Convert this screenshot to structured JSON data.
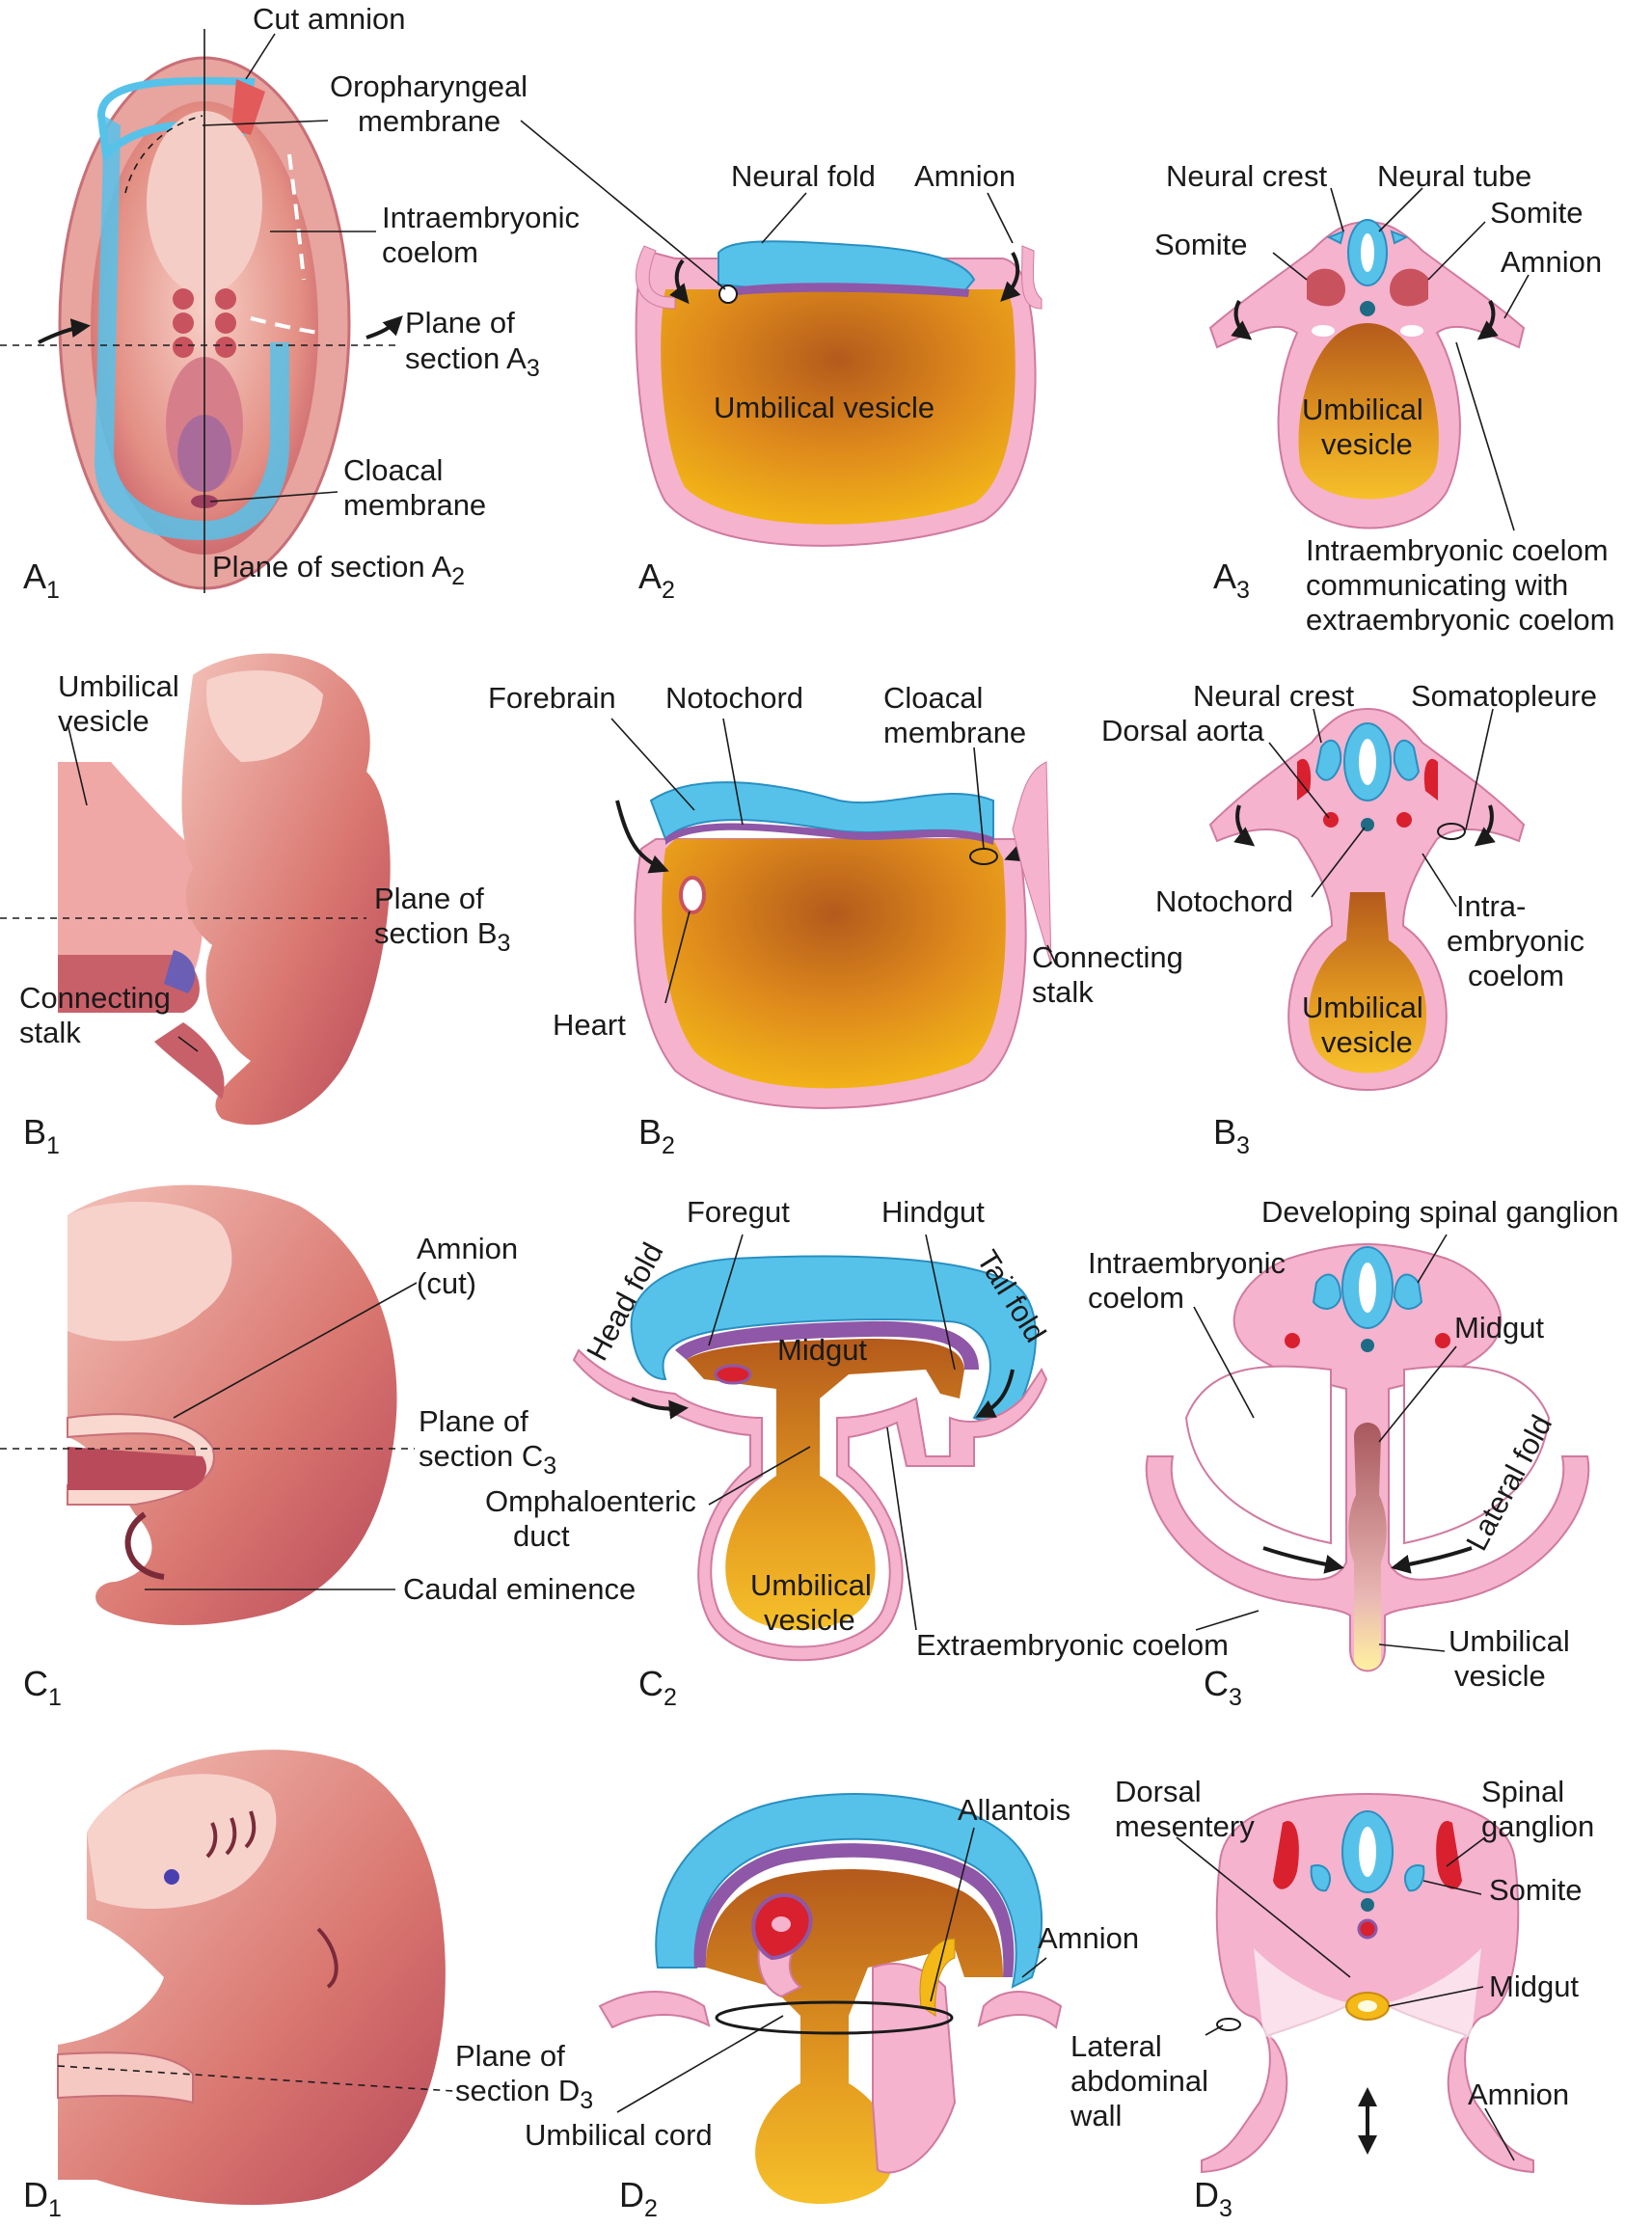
{
  "colors": {
    "ectoderm_pink": "#f5b3cd",
    "neural_blue": "#56c2ea",
    "yolk_gold": "#f4b817",
    "yolk_brown": "#b45a1c",
    "embryo_red": "#d9766f",
    "mesoderm_purple": "#8f57a7",
    "vessel_red": "#d9202e"
  },
  "panels": {
    "A1": {
      "letter": "A",
      "sub": "1",
      "labels": {
        "cut_amnion": "Cut amnion",
        "oro_1": "Oropharyngeal",
        "oro_2": "membrane",
        "coel_1": "Intraembryonic",
        "coel_2": "coelom",
        "plane_1": "Plane of",
        "plane_2": "section A",
        "plane_2_sub": "3",
        "cloacal_1": "Cloacal",
        "cloacal_2": "membrane",
        "plane_a2": "Plane of section A",
        "plane_a2_sub": "2"
      }
    },
    "A2": {
      "letter": "A",
      "sub": "2",
      "labels": {
        "neural_fold": "Neural fold",
        "amnion": "Amnion",
        "yolk": "Umbilical vesicle"
      }
    },
    "A3": {
      "letter": "A",
      "sub": "3",
      "labels": {
        "neural_crest": "Neural crest",
        "neural_tube": "Neural tube",
        "somite_left": "Somite",
        "somite_right": "Somite",
        "amnion": "Amnion",
        "yolk_1": "Umbilical",
        "yolk_2": "vesicle",
        "coel_1": "Intraembryonic coelom",
        "coel_2": "communicating with",
        "coel_3": "extraembryonic coelom"
      }
    },
    "B1": {
      "letter": "B",
      "sub": "1",
      "labels": {
        "yolk_1": "Umbilical",
        "yolk_2": "vesicle",
        "plane_1": "Plane of",
        "plane_2": "section B",
        "plane_2_sub": "3",
        "stalk_1": "Connecting",
        "stalk_2": "stalk"
      }
    },
    "B2": {
      "letter": "B",
      "sub": "2",
      "labels": {
        "forebrain": "Forebrain",
        "notochord": "Notochord",
        "cloacal_1": "Cloacal",
        "cloacal_2": "membrane",
        "stalk_1": "Connecting",
        "stalk_2": "stalk",
        "heart": "Heart"
      }
    },
    "B3": {
      "letter": "B",
      "sub": "3",
      "labels": {
        "neural_crest": "Neural crest",
        "somatopleure": "Somatopleure",
        "dorsal_aorta": "Dorsal aorta",
        "notochord": "Notochord",
        "coel_1": "Intra-",
        "coel_2": "embryonic",
        "coel_3": "coelom",
        "yolk_1": "Umbilical",
        "yolk_2": "vesicle"
      }
    },
    "C1": {
      "letter": "C",
      "sub": "1",
      "labels": {
        "amnion_1": "Amnion",
        "amnion_2": "(cut)",
        "plane_1": "Plane of",
        "plane_2": "section C",
        "plane_2_sub": "3",
        "caudal": "Caudal eminence"
      }
    },
    "C2": {
      "letter": "C",
      "sub": "2",
      "labels": {
        "foregut": "Foregut",
        "hindgut": "Hindgut",
        "head_fold": "Head fold",
        "tail_fold": "Tail fold",
        "midgut": "Midgut",
        "omph_1": "Omphaloenteric",
        "omph_2": "duct",
        "yolk_1": "Umbilical",
        "yolk_2": "vesicle",
        "extra_coel": "Extraembryonic coelom"
      }
    },
    "C3": {
      "letter": "C",
      "sub": "3",
      "labels": {
        "ganglion": "Developing spinal ganglion",
        "coel_1": "Intraembryonic",
        "coel_2": "coelom",
        "midgut": "Midgut",
        "lateral_fold": "Lateral fold",
        "yolk_1": "Umbilical",
        "yolk_2": "vesicle"
      }
    },
    "D1": {
      "letter": "D",
      "sub": "1",
      "labels": {
        "plane_1": "Plane of",
        "plane_2": "section D",
        "plane_2_sub": "3"
      }
    },
    "D2": {
      "letter": "D",
      "sub": "2",
      "labels": {
        "allantois": "Allantois",
        "amnion": "Amnion",
        "cord": "Umbilical cord"
      }
    },
    "D3": {
      "letter": "D",
      "sub": "3",
      "labels": {
        "mesentery_1": "Dorsal",
        "mesentery_2": "mesentery",
        "ganglion_1": "Spinal",
        "ganglion_2": "ganglion",
        "somite": "Somite",
        "midgut": "Midgut",
        "wall_1": "Lateral",
        "wall_2": "abdominal",
        "wall_3": "wall",
        "amnion": "Amnion"
      }
    }
  }
}
